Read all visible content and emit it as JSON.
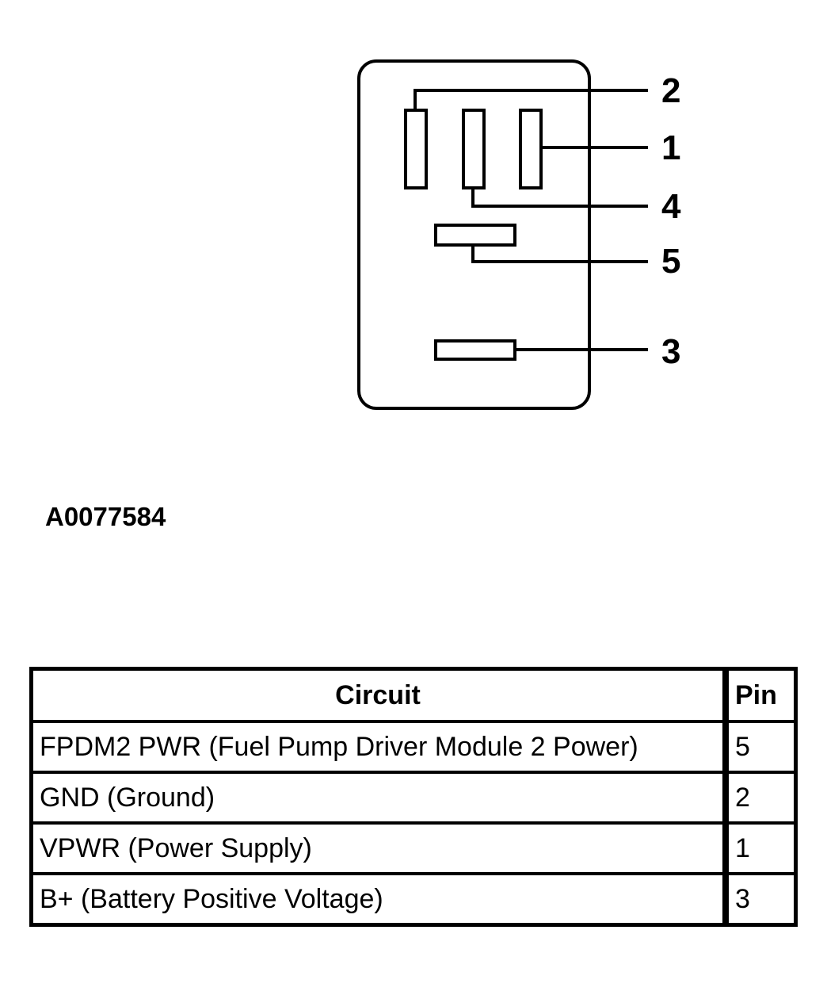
{
  "diagram": {
    "pins": [
      {
        "label": "2"
      },
      {
        "label": "1"
      },
      {
        "label": "4"
      },
      {
        "label": "5"
      },
      {
        "label": "3"
      }
    ]
  },
  "figure_id": "A0077584",
  "table": {
    "headers": {
      "circuit": "Circuit",
      "pin": "Pin"
    },
    "rows": [
      {
        "circuit": "FPDM2 PWR (Fuel Pump Driver Module 2 Power)",
        "pin": "5"
      },
      {
        "circuit": "GND (Ground)",
        "pin": "2"
      },
      {
        "circuit": "VPWR (Power Supply)",
        "pin": "1"
      },
      {
        "circuit": "B+ (Battery Positive Voltage)",
        "pin": "3"
      }
    ]
  }
}
